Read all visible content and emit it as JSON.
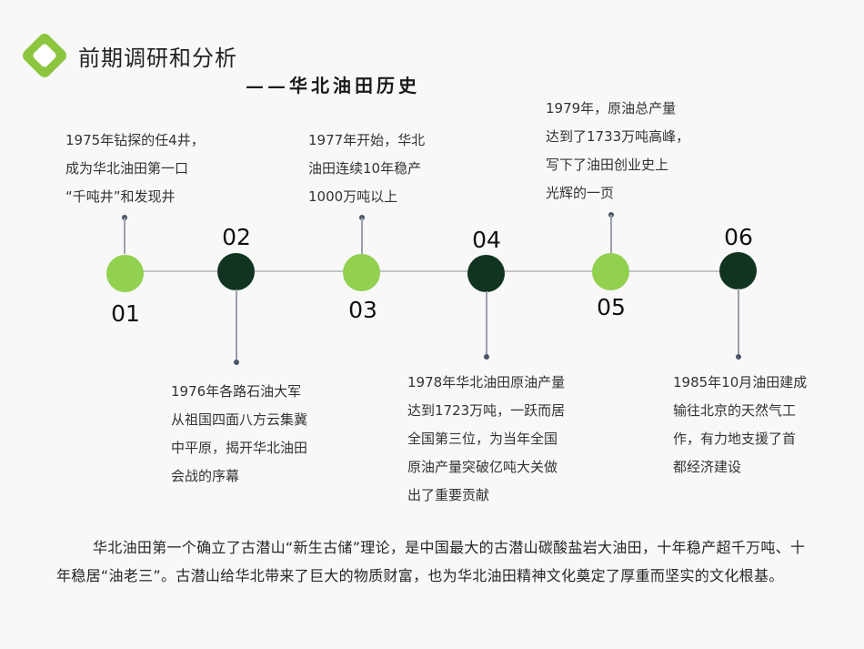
{
  "header": {
    "logo_icon": "green-diamond-icon",
    "title": "前期调研和分析",
    "subtitle": "——华北油田历史"
  },
  "colors": {
    "accent_light": "#92d050",
    "accent_dark": "#10341f",
    "logo_green": "#8cc63f",
    "connector": "#9aa0aa",
    "background": "#f8f8f8"
  },
  "timeline": {
    "events": [
      {
        "num": "01",
        "year": "1975",
        "text": "1975年钻探的任4井，\n成为华北油田第一口\n“千吨井”和发现井",
        "position": "above",
        "style": "light"
      },
      {
        "num": "02",
        "year": "1976",
        "text": "1976年各路石油大军\n从祖国四面八方云集冀\n中平原，揭开华北油田\n会战的序幕",
        "position": "below",
        "style": "dark"
      },
      {
        "num": "03",
        "year": "1977",
        "text": "1977年开始，华北\n油田连续10年稳产\n1000万吨以上",
        "position": "above",
        "style": "light"
      },
      {
        "num": "04",
        "year": "1978",
        "text": "1978年华北油田原油产量\n达到1723万吨，一跃而居\n全国第三位，为当年全国\n原油产量突破亿吨大关做\n出了重要贡献",
        "position": "below",
        "style": "dark"
      },
      {
        "num": "05",
        "year": "1979",
        "text": "1979年，原油总产量\n达到了1733万吨高峰，\n写下了油田创业史上\n光辉的一页",
        "position": "above",
        "style": "light"
      },
      {
        "num": "06",
        "year": "1985",
        "text": "1985年10月油田建成\n输往北京的天然气工\n作，有力地支援了首\n都经济建设",
        "position": "below",
        "style": "dark"
      }
    ]
  },
  "summary": {
    "text": "华北油田第一个确立了古潜山“新生古储”理论，是中国最大的古潜山碳酸盐岩大油田，十年稳产超千万吨、十年稳居“油老三”。古潜山给华北带来了巨大的物质财富，也为华北油田精神文化奠定了厚重而坚实的文化根基。"
  }
}
